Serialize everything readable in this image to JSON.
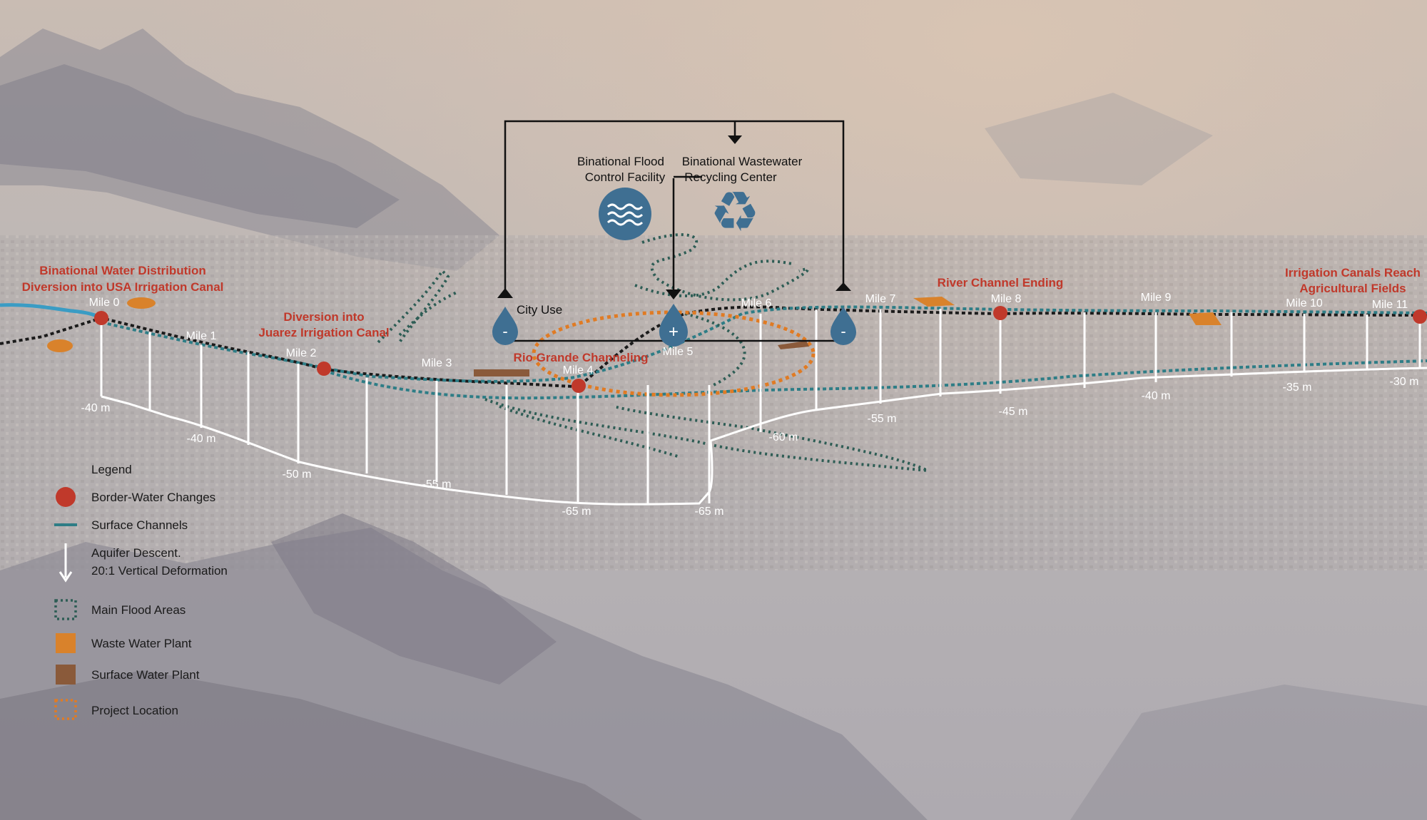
{
  "palette": {
    "border_red": "#c0392b",
    "channel_teal": "#2e7d86",
    "surface_blue": "#3a9cc4",
    "flood_green": "#2e5d55",
    "waste_orange": "#d9822b",
    "surface_brown": "#8a5a3a",
    "project_orange": "#e07b24",
    "droplet_blue": "#3f6f92",
    "profile_white": "#ffffff"
  },
  "annotations": {
    "diversion_usa": [
      "Binational Water Distribution",
      "Diversion into USA Irrigation Canal"
    ],
    "diversion_juarez": [
      "Diversion into",
      "Juarez Irrigation Canal"
    ],
    "rio_grande": "Rio Grande Channeling",
    "river_end": "River Channel Ending",
    "irrigation_reach": [
      "Irrigation Canals Reach",
      "Agricultural Fields"
    ]
  },
  "facilities": {
    "flood": [
      "Binational Flood",
      "Control Facility"
    ],
    "wastewater": [
      "Binational Wastewater",
      "Recycling Center"
    ],
    "city_use": "City Use",
    "droplets": [
      "-",
      "+",
      "-"
    ],
    "flood_icon": "waves-icon",
    "recycle_icon": "recycle-icon",
    "recycle_glyph": "♻"
  },
  "miles": [
    "Mile 0",
    "Mile 1",
    "Mile 2",
    "Mile 3",
    "Mile 4",
    "Mile 5",
    "Mile 6",
    "Mile 7",
    "Mile 8",
    "Mile 9",
    "Mile 10",
    "Mile 11"
  ],
  "depths": [
    "-40 m",
    "-40 m",
    "-50 m",
    "-55 m",
    "-65 m",
    "-65 m",
    "-60 m",
    "-55 m",
    "-45 m",
    "-40 m",
    "-35 m",
    "-30 m"
  ],
  "legend": {
    "title": "Legend",
    "items": [
      {
        "label": "Border-Water Changes",
        "symbol": "red-dot"
      },
      {
        "label": "Surface Channels",
        "symbol": "teal-line"
      },
      {
        "label": "Aquifer Descent.",
        "label2": "20:1 Vertical Deformation",
        "symbol": "white-arrow"
      },
      {
        "label": "Main Flood Areas",
        "symbol": "green-dotted-square"
      },
      {
        "label": "Waste Water Plant",
        "symbol": "orange-square"
      },
      {
        "label": "Surface Water Plant",
        "symbol": "brown-square"
      },
      {
        "label": "Project Location",
        "symbol": "orange-dotted-square"
      }
    ]
  }
}
